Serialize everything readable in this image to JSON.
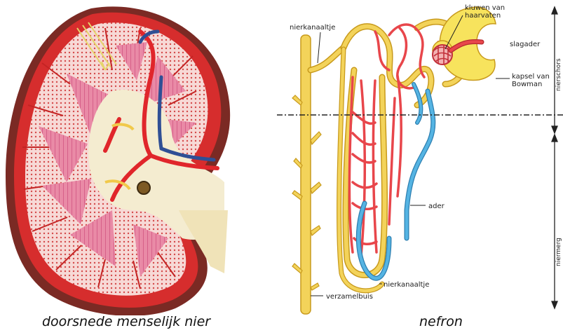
{
  "figure": {
    "left_caption": "doorsnede menselijk nier",
    "right_caption": "nefron"
  },
  "nephron": {
    "labels": {
      "nierkanaaltje_top": "nierkanaaltje",
      "kluwen": "kluwen van\nhaarvaten",
      "slagader": "slagader",
      "kapsel": "kapsel van\nBowman",
      "ader": "ader",
      "nierkanaaltje_bottom": "nierkanaaltje",
      "verzamelbuis": "verzamelbuis"
    },
    "regions": {
      "upper": "nierschors",
      "lower": "niermerg"
    }
  },
  "colors": {
    "tubule": "#f3d35a",
    "tubule_edge": "#c89a1c",
    "artery": "#e8464b",
    "vein": "#55b4e3",
    "capsule": "#f7e35d",
    "cortex_red": "#d62d2d",
    "medulla_pink": "#e06e92",
    "kidney_outer": "#7b2a24",
    "kidney_inner": "#f4ecd0"
  }
}
